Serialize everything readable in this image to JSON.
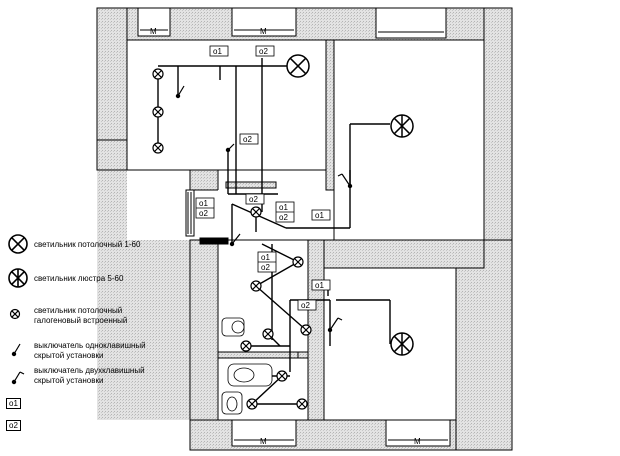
{
  "legend": {
    "ceiling_light": "светильник потолочный 1-60",
    "chandelier": "светильник люстра 5-60",
    "halogen_line1": "светильник потолочный",
    "halogen_line2": "галогеновый встроенный",
    "switch1_line1": "выключатель одноклавишный",
    "switch1_line2": "скрытой установки",
    "switch2_line1": "выключатель двухклавишный",
    "switch2_line2": "скрытой установки",
    "o1": "o1",
    "o2": "o2"
  },
  "plan": {
    "window_mark": "M",
    "tags": {
      "o1": "o1",
      "o2": "o2"
    }
  },
  "colors": {
    "wall_fill": "#d9d9d9",
    "line": "#000000"
  }
}
